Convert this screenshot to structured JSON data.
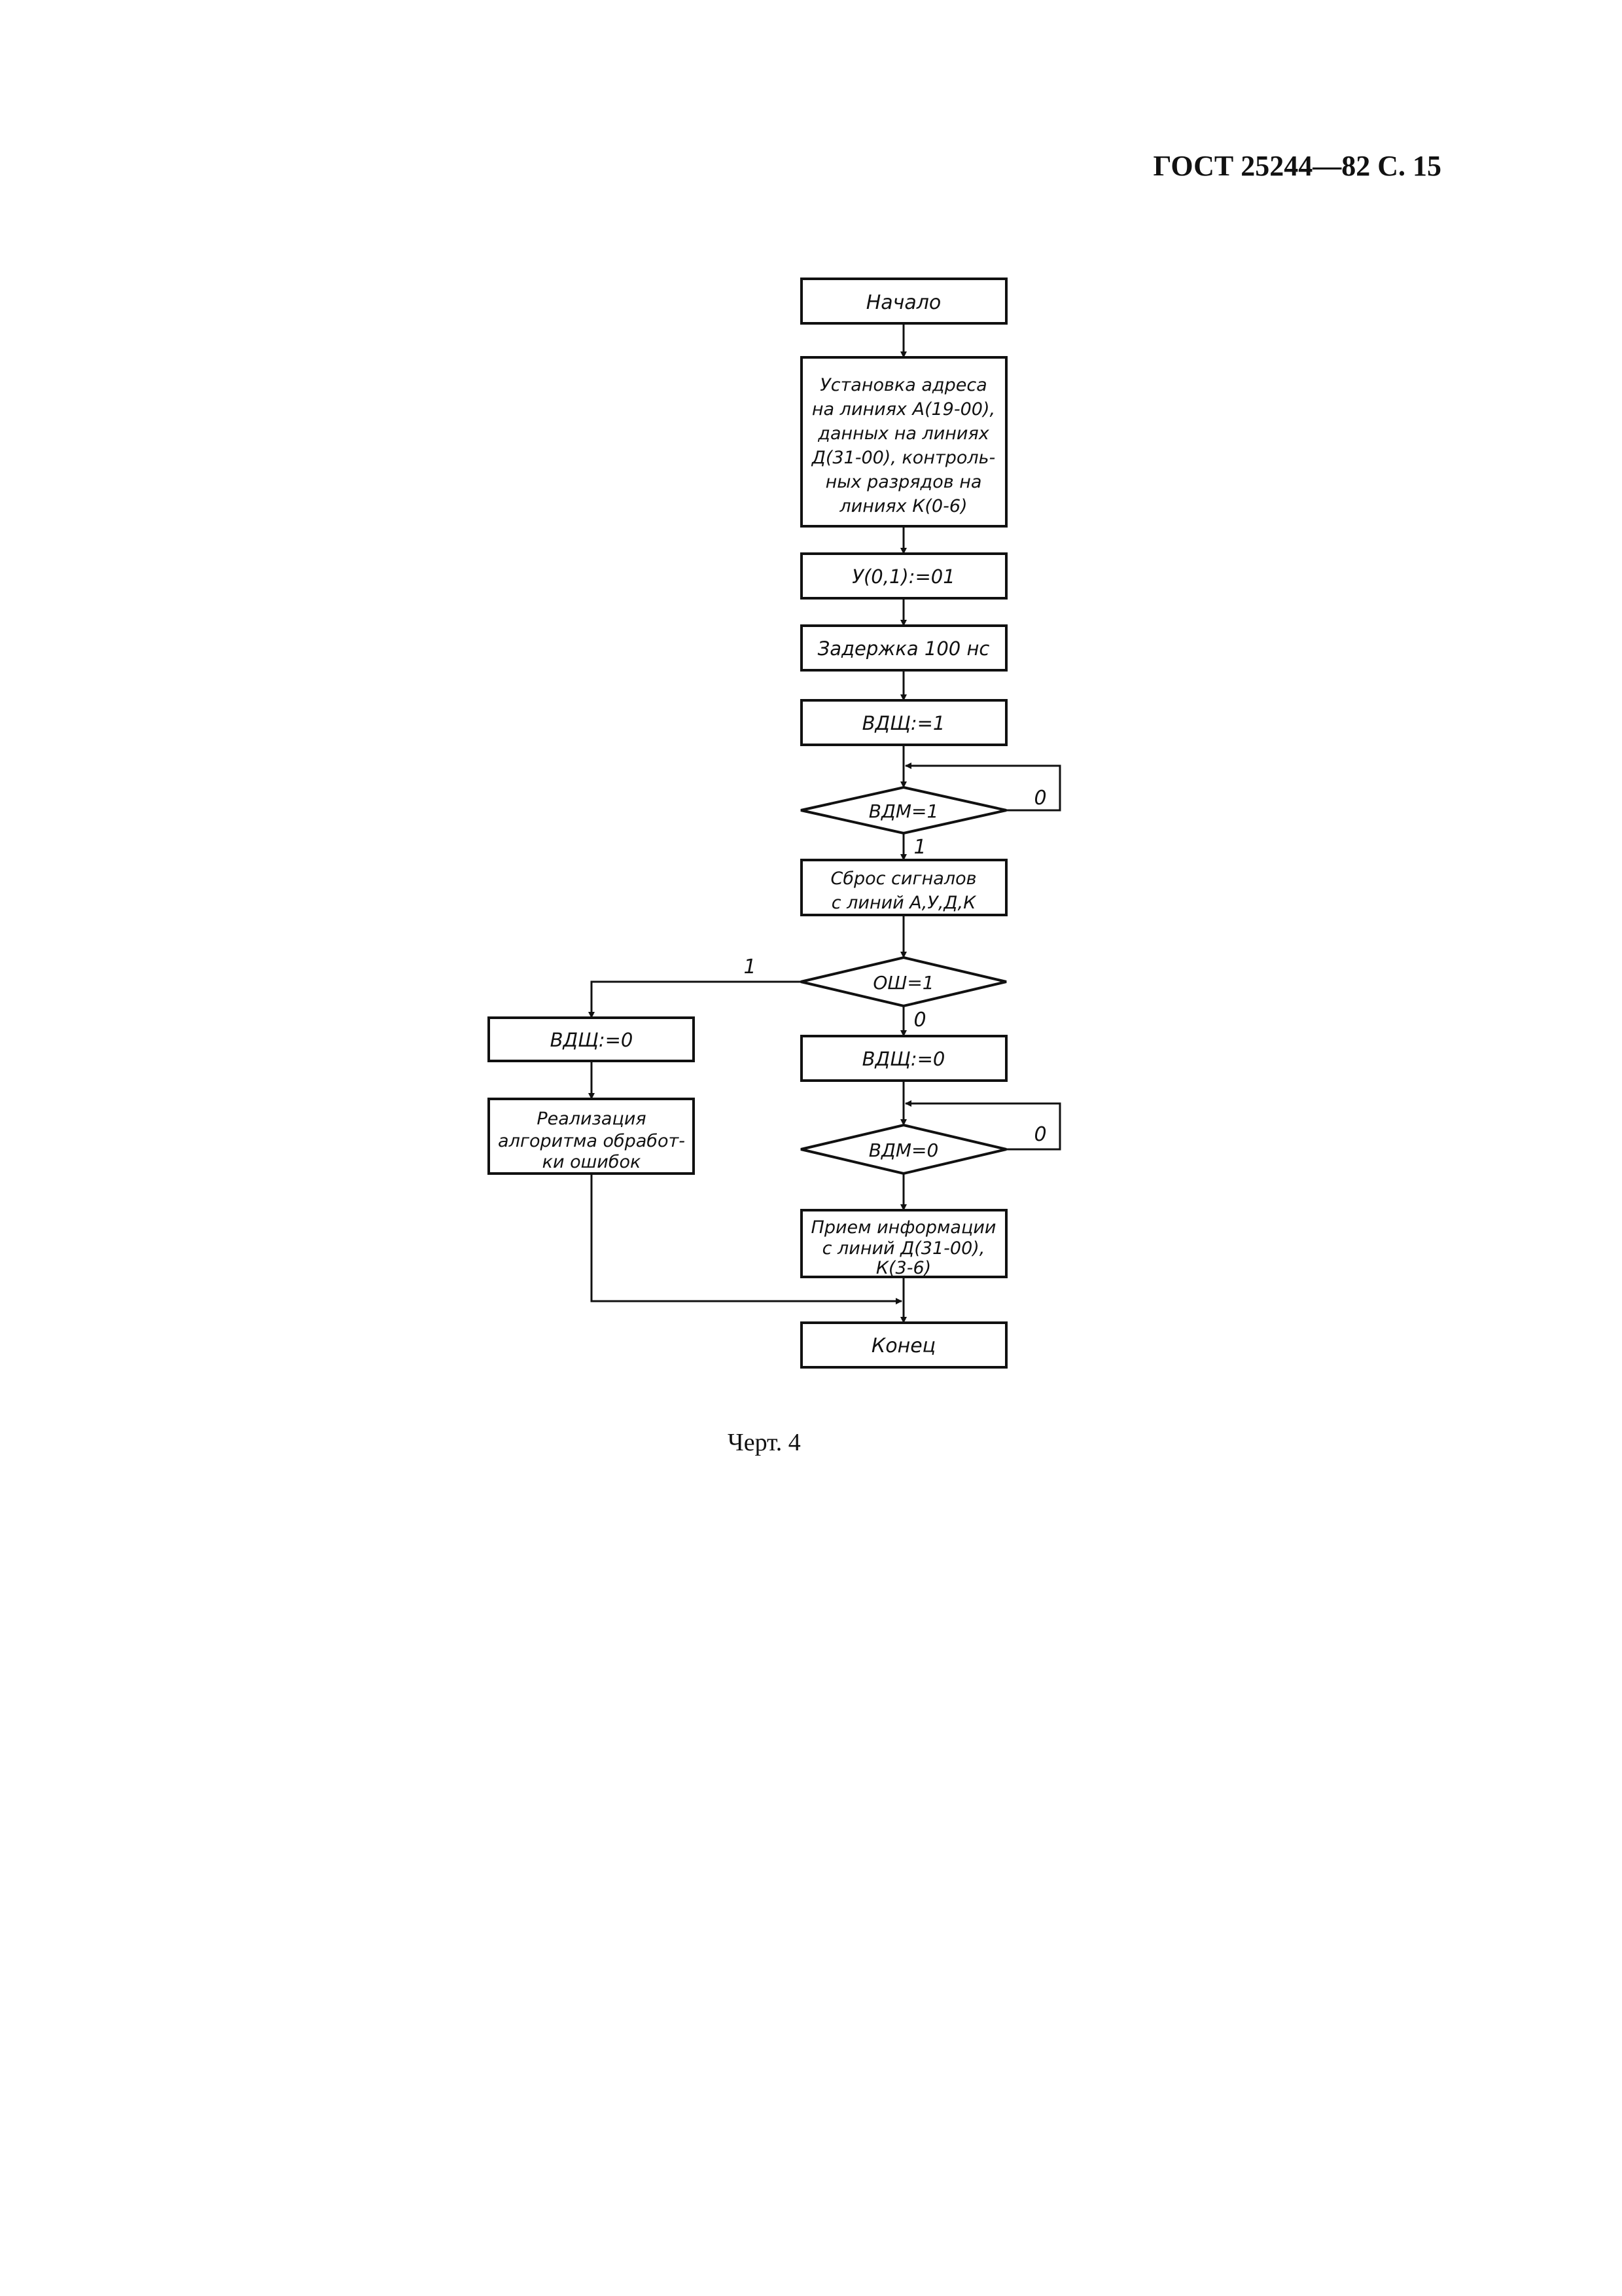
{
  "header": {
    "title": "ГОСТ 25244—82 С. 15"
  },
  "flowchart": {
    "start": "Начало",
    "set_address": [
      "Установка адреса",
      "на линиях А(19-00),",
      "данных на линиях",
      "Д(31-00), контроль-",
      "ных разрядов на",
      "линиях К(0-6)"
    ],
    "set_u": "У(0,1):=01",
    "delay": "Задержка 100 нс",
    "set_vdsh_1": "ВДЩ:=1",
    "check_vdm_1": "ВДМ=1",
    "check_vdm_1_no": "0",
    "check_vdm_1_yes": "1",
    "reset_signals": [
      "Сброс сигналов",
      "с линий А,У,Д,К"
    ],
    "check_osh": "ОШ=1",
    "check_osh_yes": "1",
    "check_osh_no": "0",
    "set_vdsh_0_error": "ВДЩ:=0",
    "error_handling": [
      "Реализация",
      "алгоритма обработ-",
      "ки ошибок"
    ],
    "set_vdsh_0": "ВДЩ:=0",
    "check_vdm_0": "ВДМ=0",
    "check_vdm_0_no": "0",
    "receive_info": [
      "Прием информации",
      "с линий Д(31-00),",
      "К(3-6)"
    ],
    "end": "Конец"
  },
  "caption": "Черт. 4"
}
